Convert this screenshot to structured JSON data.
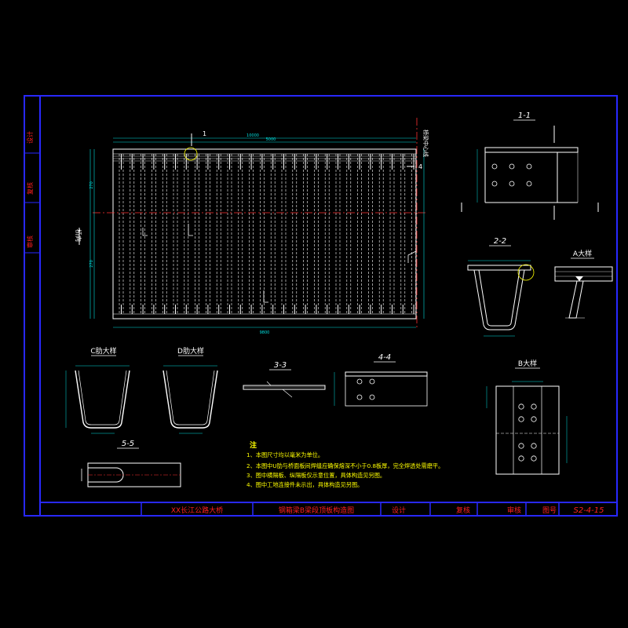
{
  "colors": {
    "background": "#000000",
    "frame": "#2828ff",
    "line": "#ffffff",
    "dim": "#00e0e0",
    "label": "#ffff00",
    "note": "#ffff00",
    "title": "#ff2020",
    "center": "#ff3030",
    "weld": "#2050ff"
  },
  "side_stamp": [
    "设计",
    "复核",
    "审核"
  ],
  "sections": {
    "s11": "1-1",
    "s22": "2-2",
    "s33": "3-3",
    "s44": "4-4",
    "s55": "5-5",
    "detailA": "A大样",
    "detailB": "B大样",
    "detailC": "C肋大样",
    "detailD": "D肋大样"
  },
  "plan": {
    "cut_1": "1",
    "cut_4": "4",
    "bridge_center": "桥梁中心线",
    "dir_label": "桥向",
    "dim_top_main": "10000",
    "dim_top_half": "5000",
    "dim_bottom": "9800",
    "dim_left_1": "270",
    "dim_left_2": "270"
  },
  "notes": {
    "heading": "注",
    "items": [
      "1、本图尺寸均以毫米为单位。",
      "2、本图中U肋与桥面板间焊缝应确保熔深不小于0.8板厚，完全焊透处需磨平。",
      "3、图中横隔板、纵隔板仅示意位置，具体构造见另图。",
      "4、图中工地连接件未示出，具体构造见另图。"
    ]
  },
  "title_block": {
    "project": "XX长江公路大桥",
    "drawing": "钢箱梁B梁段顶板构造图",
    "design": "设计",
    "check": "复核",
    "review": "审核",
    "no_label": "图号",
    "no_value": "S2-4-15"
  }
}
